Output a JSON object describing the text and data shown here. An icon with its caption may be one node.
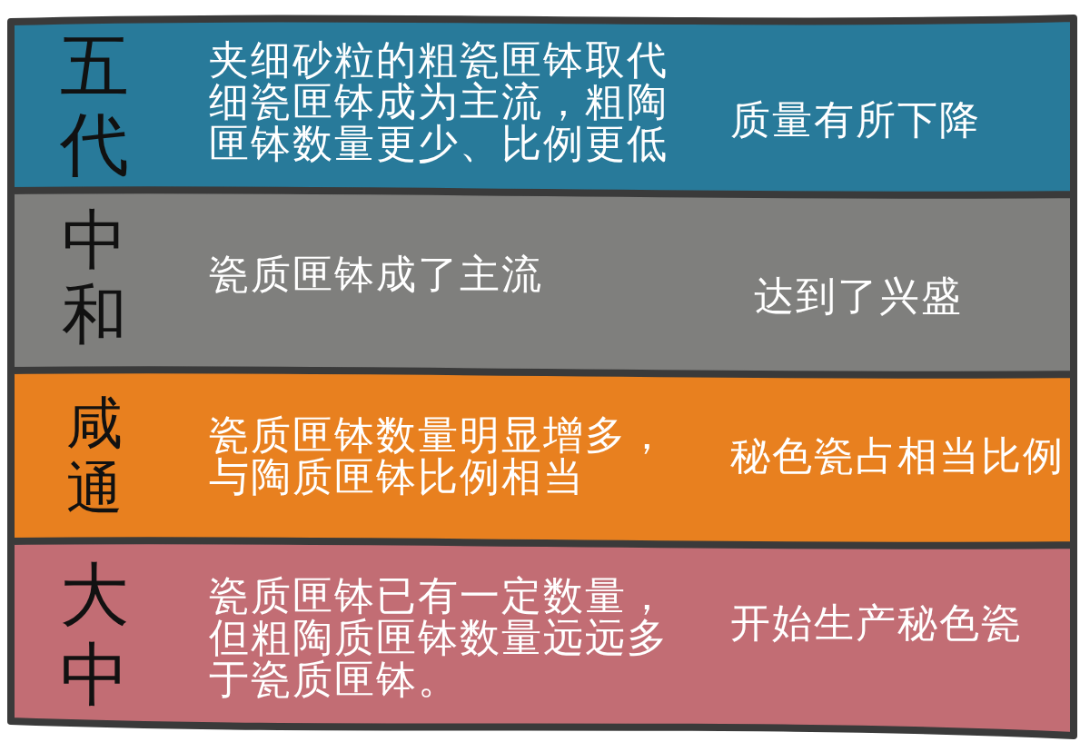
{
  "diagram": {
    "nodes": [
      {
        "text": [
          "五代",
          "夹细砂粒的粗瓷匣钵取代细瓷匣钵成为主流，粗陶匣钵数量更少、比例更低",
          "质量有所下降"
        ]
      },
      {
        "text": [
          "中和",
          "瓷质匣钵成了主流",
          "达到了兴盛"
        ]
      },
      {
        "text": [
          "咸通",
          "瓷质匣钵数量明显增多，与陶质匣钵比例相当",
          "秘色瓷占相当比例"
        ]
      },
      {
        "text": [
          "大中",
          "瓷质匣钵已有一定数量，但粗陶质匣钵数量远远多于瓷质匣钵。",
          "开始生产秘色瓷"
        ]
      }
    ]
  }
}
